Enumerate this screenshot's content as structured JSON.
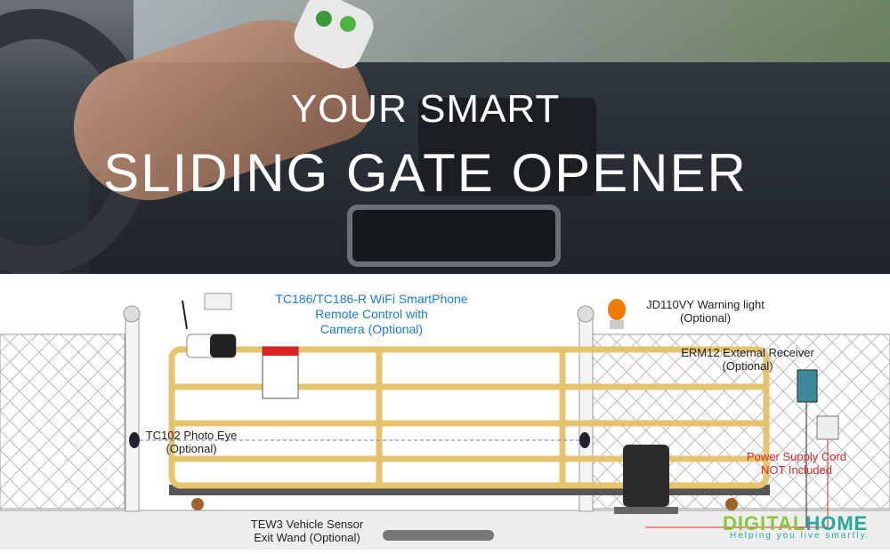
{
  "hero": {
    "line1": "YOUR SMART",
    "line2": "SLIDING GATE OPENER"
  },
  "labels": {
    "tc186": [
      "TC186/TC186-R WiFi SmartPhone",
      "Remote Control with",
      "Camera (Optional)"
    ],
    "warning_light": [
      "JD110VY Warning light",
      "(Optional)"
    ],
    "receiver": [
      "ERM12 External Receiver",
      "(Optional)"
    ],
    "photo_eye": [
      "TC102  Photo Eye",
      "(Optional)"
    ],
    "power": [
      "Power Supply Cord",
      "NOT Included"
    ],
    "sensor": [
      "TEW3 Vehicle Sensor",
      "Exit Wand (Optional)"
    ]
  },
  "logo": {
    "part1": "DIGITAL",
    "part2": "HOME",
    "tagline": "Helping you live smartly."
  },
  "colors": {
    "gate": "#f1d38a",
    "label_blue": "#1a7bd8",
    "label_red": "#e0262d"
  }
}
